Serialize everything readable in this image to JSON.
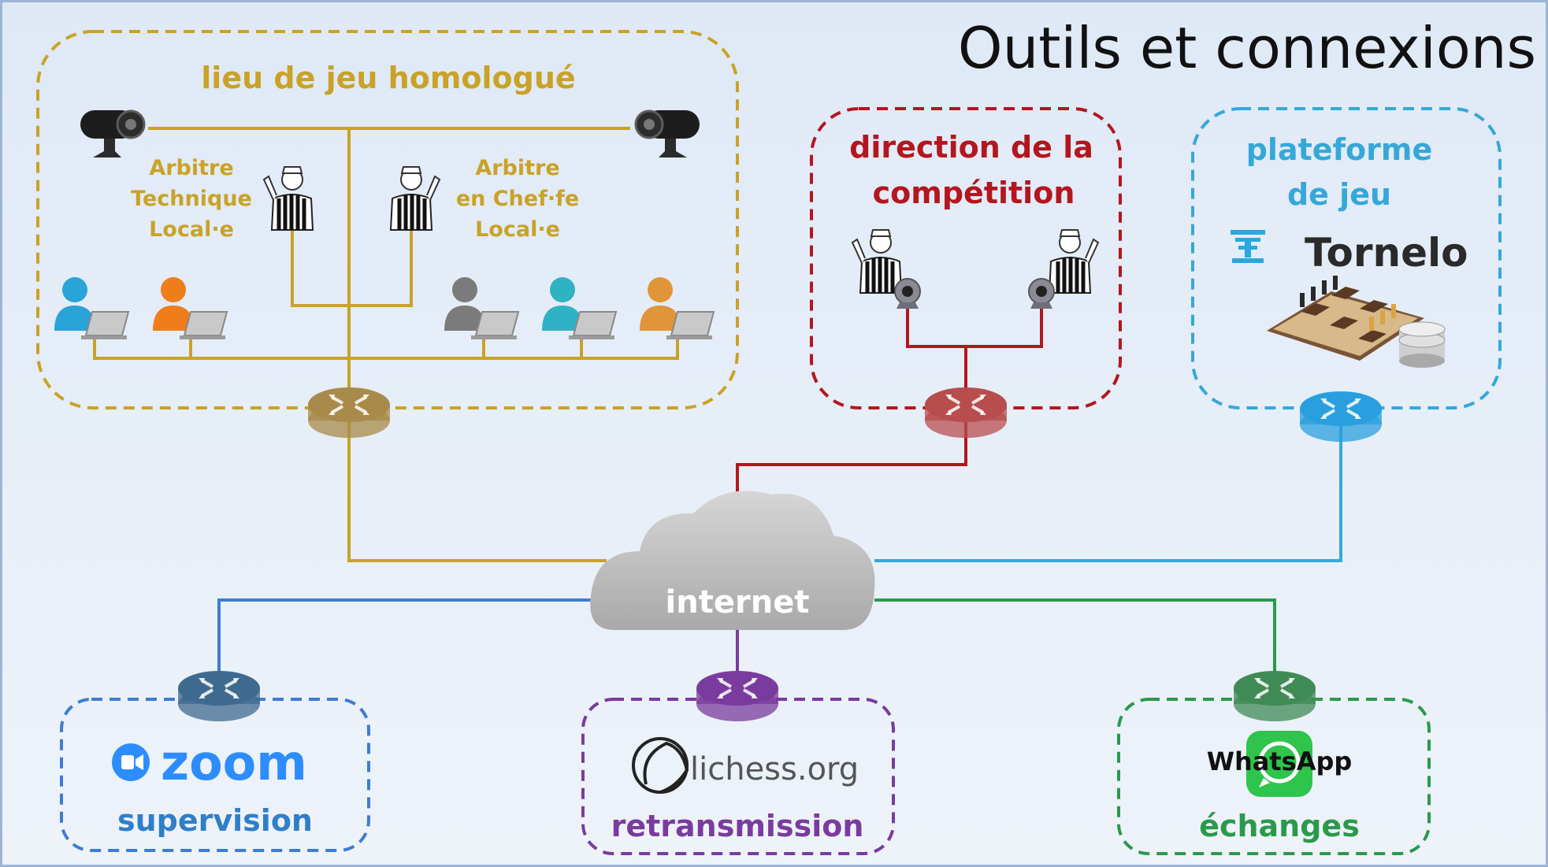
{
  "title": "Outils et connexions",
  "colors": {
    "venue": "#c9a227",
    "direction": "#b3161e",
    "platform": "#35a8d8",
    "zoom": "#2d8cff",
    "lichess": "#7a3b9e",
    "whatsapp": "#2a9a4a",
    "cloud": "#b8b8b8"
  },
  "venue": {
    "label": "lieu de jeu homologué",
    "arbiter_left": [
      "Arbitre",
      "Technique",
      "Local·e"
    ],
    "arbiter_right": [
      "Arbitre",
      "en Chef·fe",
      "Local·e"
    ]
  },
  "direction": {
    "label_line1": "direction de la",
    "label_line2": "compétition"
  },
  "platform": {
    "label_line1": "plateforme",
    "label_line2": "de jeu",
    "brand": "Tornelo"
  },
  "internet": {
    "label": "internet"
  },
  "zoom": {
    "brand": "zoom",
    "caption": "supervision"
  },
  "lichess": {
    "brand": "lichess.org",
    "caption": "retransmission"
  },
  "whatsapp": {
    "brand": "WhatsApp",
    "caption": "échanges"
  }
}
